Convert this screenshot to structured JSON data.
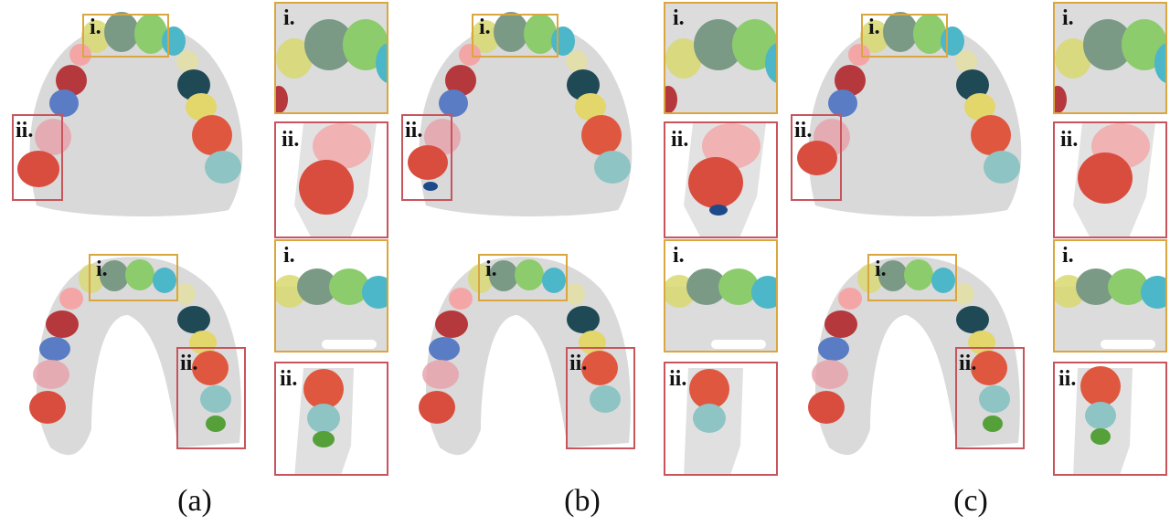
{
  "captions": [
    "(a)",
    "(b)",
    "(c)"
  ],
  "roi_labels": {
    "front": "i.",
    "side": "ii."
  },
  "colors": {
    "roi_gold": "#d9a640",
    "roi_red": "#c8545c",
    "gum": "#d7d7d7",
    "teeth": [
      "#f4a6a6",
      "#b5383c",
      "#5a7cc4",
      "#e6a0a8",
      "#d94d3f",
      "#d8d870",
      "#7a9a86",
      "#8ccc6c",
      "#4bb7c8",
      "#1f4a55",
      "#e3d66a",
      "#e0573f",
      "#8ec4c4",
      "#56a03a"
    ]
  }
}
